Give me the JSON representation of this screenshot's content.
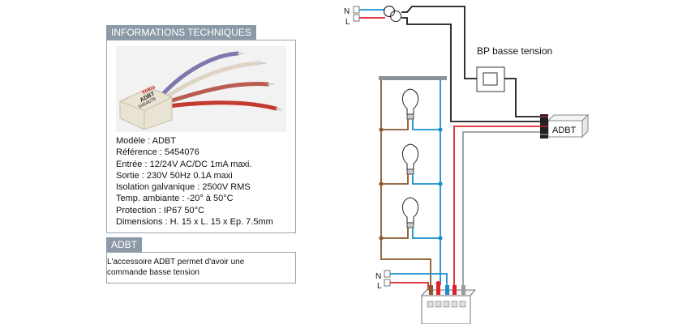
{
  "info_panel": {
    "title": "INFORMATIONS TECHNIQUES",
    "product_label": {
      "brand": "Yokis",
      "name": "ADBT",
      "ref": "5454076"
    },
    "specs": [
      "Modèle : ADBT",
      "Référence : 5454076",
      "Entrée : 12/24V AC/DC 1mA maxi.",
      "Sortie : 230V 50Hz 0.1A maxi",
      "Isolation galvanique : 2500V RMS",
      "Temp. ambiante : -20° à 50°C",
      "Protection : IP67 50°C",
      "Dimensions : H. 15 x L. 15 x Ep. 7.5mm"
    ]
  },
  "adbt_panel": {
    "title": "ADBT",
    "description": "L'accessoire ADBT permet d'avoir une commande basse tension"
  },
  "diagram": {
    "top_n": "N",
    "top_l": "L",
    "pushbutton_label": "BP basse tension",
    "module_label": "ADBT",
    "bottom_n": "N",
    "bottom_l": "L"
  },
  "colors": {
    "neutral_blue": "#1a8fd0",
    "live_red": "#e0202a",
    "lamp_brown": "#8a5a2e",
    "panel_header": "#8c9aa8",
    "wire_gray": "#9a9a9a",
    "wire_black": "#1a1a1a"
  }
}
